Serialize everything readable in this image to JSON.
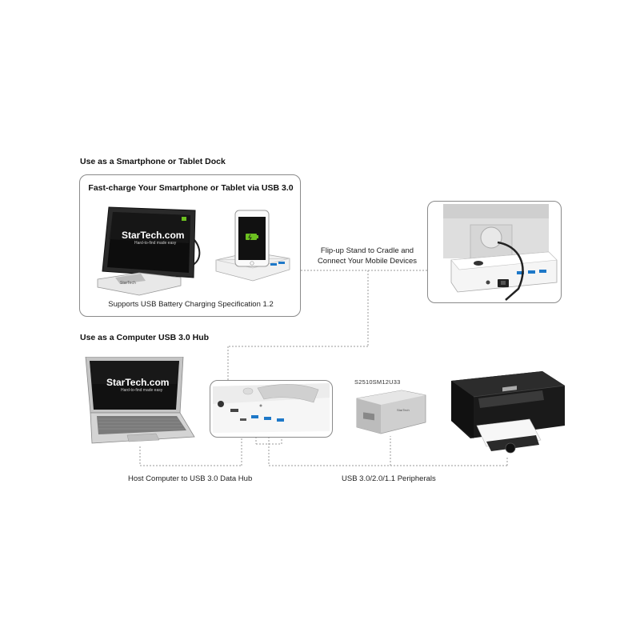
{
  "dock_section": {
    "title": "Use as a Smartphone or Tablet Dock",
    "box_heading": "Fast-charge Your Smartphone or Tablet via USB 3.0",
    "box_caption": "Supports USB Battery Charging Specification 1.2",
    "tablet_brand": "StarTech.com",
    "tablet_tagline": "Hard-to-find made easy"
  },
  "flip_up_caption": "Flip-up Stand to Cradle and\nConnect Your Mobile Devices",
  "hub_section": {
    "title": "Use as a Computer USB 3.0 Hub",
    "laptop_brand": "StarTech.com",
    "laptop_tagline": "Hard-to-find made easy",
    "host_caption": "Host Computer to USB 3.0 Data Hub",
    "peripherals_caption": "USB 3.0/2.0/1.1 Peripherals",
    "drive_model": "S2510SM12U33"
  },
  "colors": {
    "usb3_blue": "#1e78c8",
    "line_gray": "#9a9a9a",
    "box_border": "#8a8a8a",
    "charge_green": "#6cc020"
  }
}
